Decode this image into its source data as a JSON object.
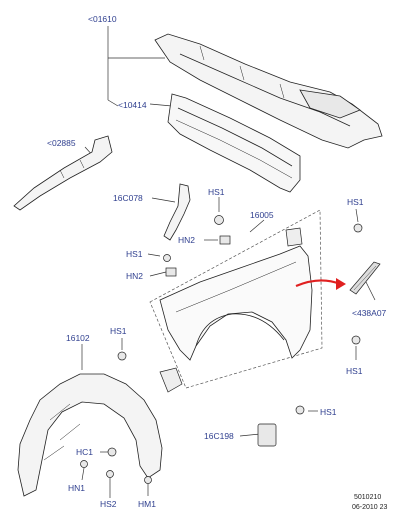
{
  "diagram": {
    "parts": {
      "p01610": "<01610",
      "p10414": "<10414",
      "p02885": "<02885",
      "p16C078": "16C078",
      "p16005": "16005",
      "p438A07": "<438A07",
      "p16102": "16102",
      "p16C198": "16C198"
    },
    "fasteners": {
      "hs1_a": "HS1",
      "hs1_b": "HS1",
      "hs1_c": "HS1",
      "hs1_d": "HS1",
      "hs1_e": "HS1",
      "hs1_f": "HS1",
      "hn2_a": "HN2",
      "hn2_b": "HN2",
      "hc1": "HC1",
      "hn1": "HN1",
      "hs2": "HS2",
      "hm1": "HM1"
    },
    "footer": {
      "ref": "5010210",
      "date": "06-2010 23"
    },
    "colors": {
      "label": "#2f3f8f",
      "line": "#333333",
      "arrow": "#e02020"
    }
  }
}
